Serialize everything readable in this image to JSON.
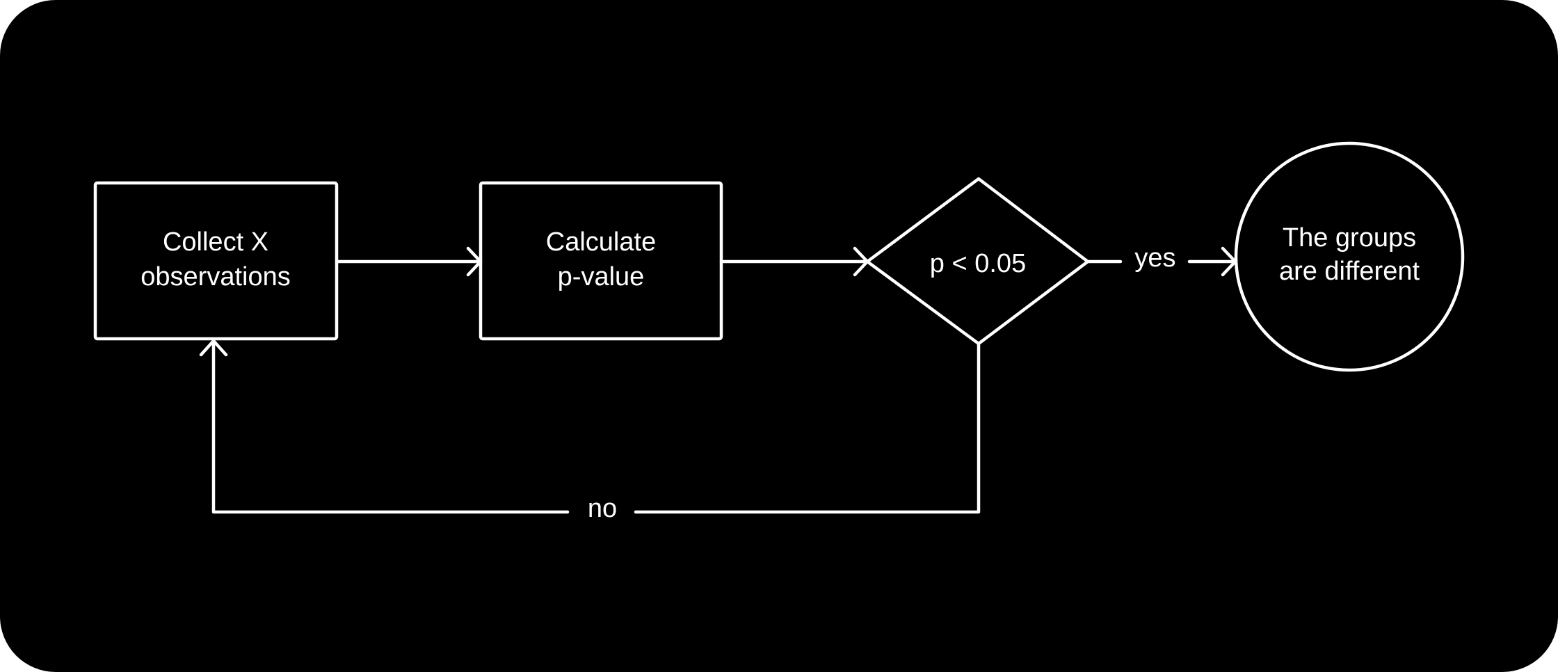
{
  "nodes": {
    "collect": {
      "line1": "Collect X",
      "line2": "observations"
    },
    "calculate": {
      "line1": "Calculate",
      "line2": "p-value"
    },
    "decision": {
      "label": "p < 0.05"
    },
    "result": {
      "line1": "The groups",
      "line2": "are different"
    }
  },
  "edges": {
    "yes_label": "yes",
    "no_label": "no"
  },
  "colors": {
    "background": "#000000",
    "stroke": "#ffffff"
  }
}
